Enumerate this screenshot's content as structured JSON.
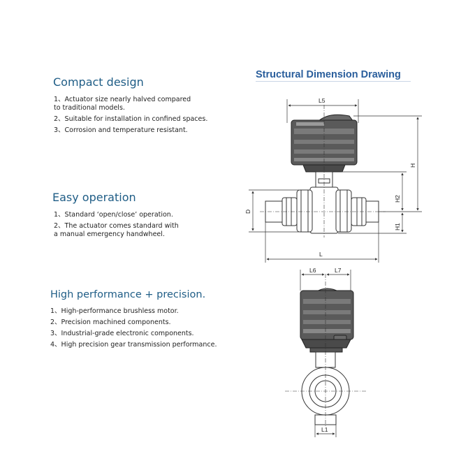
{
  "features": [
    {
      "title": "Compact design",
      "items": [
        "1、Actuator size nearly halved compared",
        "to traditional models.",
        "2、Suitable for installation in confined spaces.",
        "3、Corrosion and temperature resistant."
      ]
    },
    {
      "title": "Easy operation",
      "items": [
        "1、Standard ‘open/close’ operation.",
        "2、The actuator comes standard with",
        "a manual emergency handwheel."
      ]
    },
    {
      "title": "High performance + precision.",
      "items": [
        "1、High-performance brushless motor.",
        "2、Precision machined components.",
        "3、Industrial-grade electronic components.",
        "4、High precision gear transmission performance."
      ]
    }
  ],
  "drawing": {
    "title": "Structural Dimension Drawing",
    "dims": {
      "L5": "L5",
      "H": "H",
      "H2": "H2",
      "H1": "H1",
      "D": "D",
      "L": "L",
      "L6": "L6",
      "L7": "L7",
      "L1": "L1"
    }
  }
}
